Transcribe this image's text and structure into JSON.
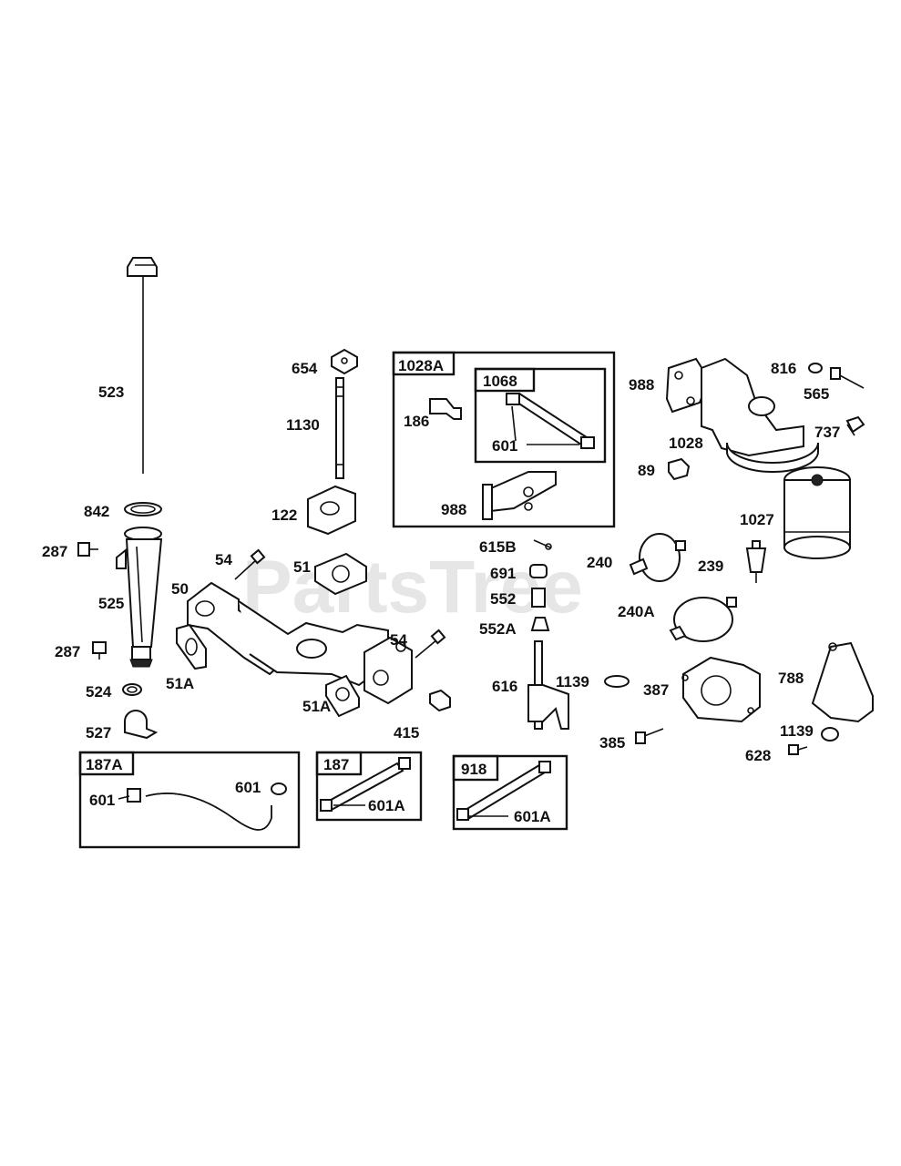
{
  "watermark": "PartsTree",
  "labels": {
    "l523": "523",
    "l842": "842",
    "l287a": "287",
    "l525": "525",
    "l287b": "287",
    "l524": "524",
    "l527": "527",
    "l654": "654",
    "l1130": "1130",
    "l122": "122",
    "l54a": "54",
    "l51": "51",
    "l50": "50",
    "l51Aa": "51A",
    "l54b": "54",
    "l51Ab": "51A",
    "l415": "415",
    "l186": "186",
    "l601a": "601",
    "l988a": "988",
    "l615B": "615B",
    "l691": "691",
    "l552": "552",
    "l552A": "552A",
    "l616": "616",
    "l1139a": "1139",
    "l988b": "988",
    "l816": "816",
    "l565": "565",
    "l737": "737",
    "l1028": "1028",
    "l89": "89",
    "l1027": "1027",
    "l240": "240",
    "l239": "239",
    "l240A": "240A",
    "l387": "387",
    "l788": "788",
    "l385": "385",
    "l1139b": "1139",
    "l628": "628",
    "l601b": "601",
    "l601c": "601",
    "l601Aa": "601A",
    "l601Ab": "601A"
  },
  "boxes": {
    "b1028A": "1028A",
    "b1068": "1068",
    "b187A": "187A",
    "b187": "187",
    "b918": "918"
  }
}
